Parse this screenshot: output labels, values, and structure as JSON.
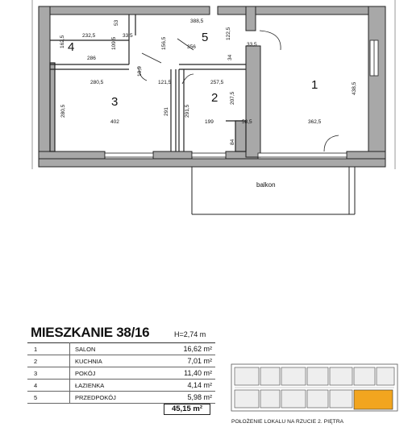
{
  "apartment": {
    "title": "MIESZKANIE 38/16",
    "height": "H=2,74 m",
    "rooms": [
      {
        "no": "1",
        "name": "SALON",
        "area": "16,62 m²"
      },
      {
        "no": "2",
        "name": "KUCHNIA",
        "area": "7,01 m²"
      },
      {
        "no": "3",
        "name": "POKÓJ",
        "area": "11,40 m²"
      },
      {
        "no": "4",
        "name": "ŁAZIENKA",
        "area": "4,14 m²"
      },
      {
        "no": "5",
        "name": "PRZEDPOKÓJ",
        "area": "5,98 m²"
      }
    ],
    "total": "45,15 m²"
  },
  "plan": {
    "room_labels": [
      "1",
      "2",
      "3",
      "4",
      "5"
    ],
    "balcony_label": "balkon",
    "dimensions": {
      "d_388_5": "388,5",
      "d_232_5": "232,5",
      "d_53": "53",
      "d_162_5": "162,5",
      "d_33_5a": "33,5",
      "d_109_5": "109,5",
      "d_156_5": "156,5",
      "d_356": "356",
      "d_122_5": "122,5",
      "d_33_5b": "33,5",
      "d_286": "286",
      "d_34": "34",
      "d_10_5": "10,5",
      "d_280_5a": "280,5",
      "d_121_5": "121,5",
      "d_257_5": "257,5",
      "d_207_5": "207,5",
      "d_438_5": "438,5",
      "d_280_5b": "280,5",
      "d_291": "291",
      "d_291_5": "291,5",
      "d_402": "402",
      "d_199": "199",
      "d_58_5": "58,5",
      "d_362_5": "362,5",
      "d_84": "84"
    },
    "highlight_color": "#f2a51f"
  },
  "location_caption": "POŁOŻENIE LOKALU NA RZUCIE 2. PIĘTRA"
}
